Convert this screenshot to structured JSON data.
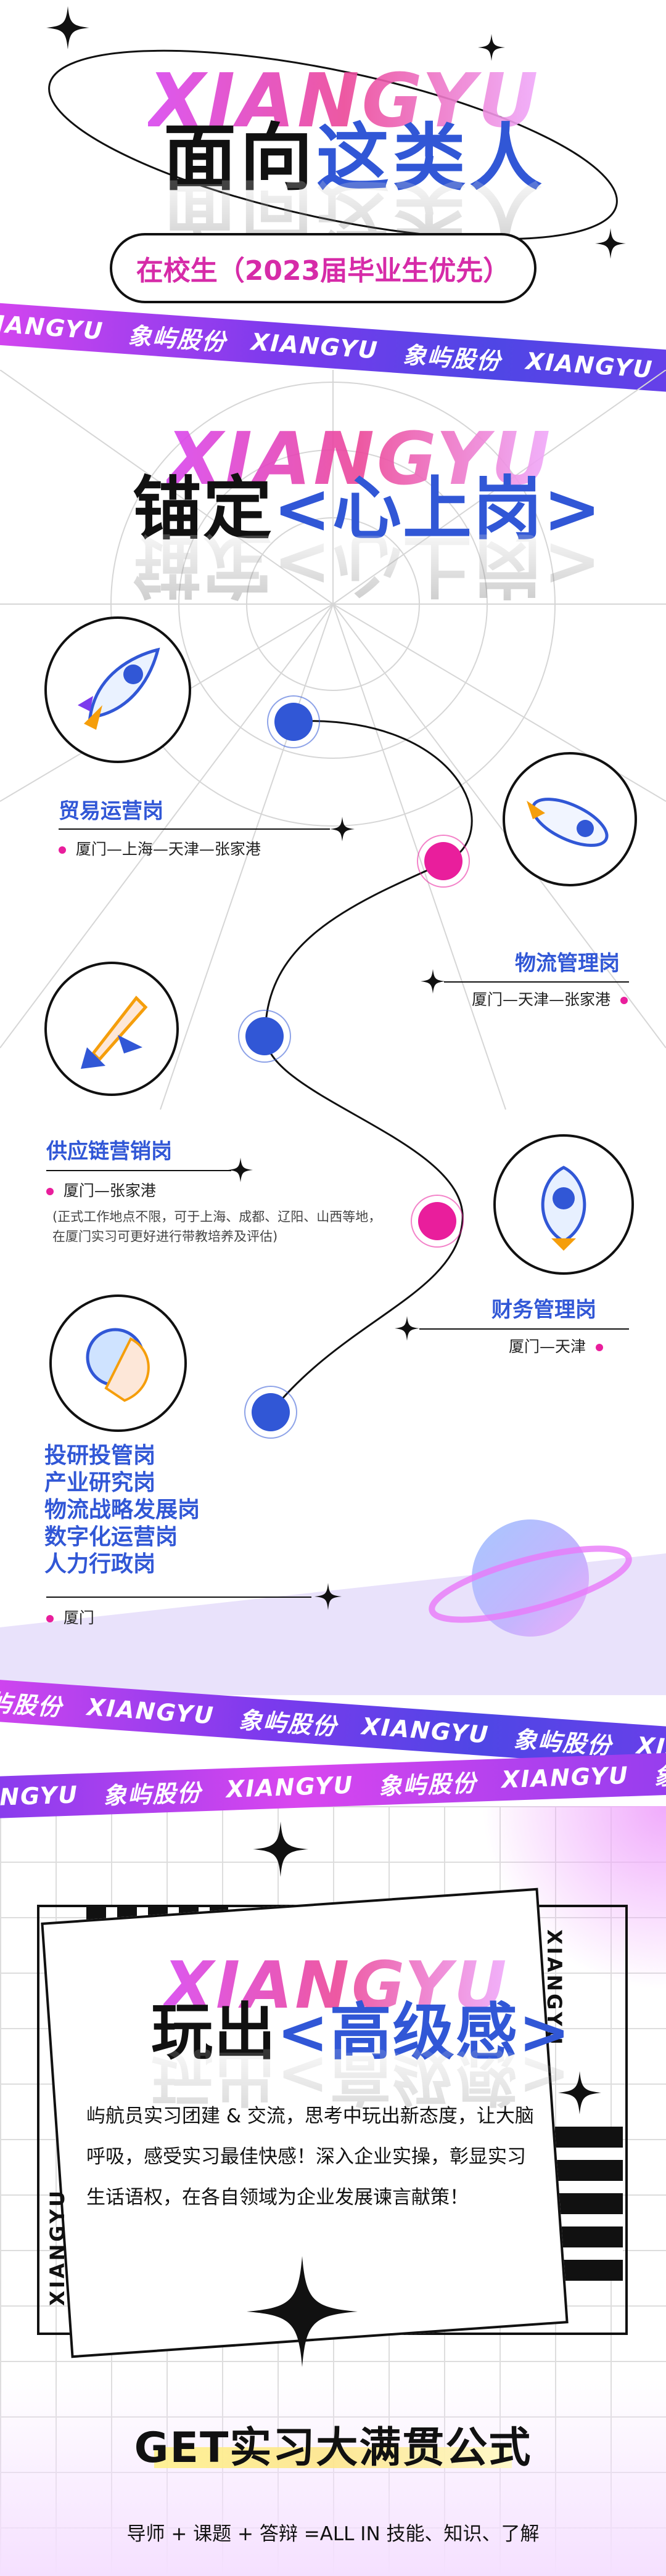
{
  "hero": {
    "ghost_en": "XIANGYU",
    "title_part1": "面向",
    "title_part2": "这类人",
    "pill": "在校生（2023届毕业生优先）"
  },
  "ribbon": {
    "items": [
      "象屿股份",
      "XIANGYU",
      "象屿股份",
      "XIANGYU",
      "象屿股份",
      "XIANGYU"
    ]
  },
  "anchor": {
    "ghost_en": "XIANGYU",
    "title_part1": "锚定",
    "title_part2": "<心上岗>",
    "stages": [
      {
        "title": "贸易运营岗",
        "loc": "厦门—上海—天津—张家港"
      },
      {
        "title": "物流管理岗",
        "loc": "厦门—天津—张家港"
      },
      {
        "title": "供应链营销岗",
        "loc": "厦门—张家港",
        "note1": "(正式工作地点不限，可于上海、成都、辽阳、山西等地，",
        "note2": "在厦门实习可更好进行带教培养及评估)"
      },
      {
        "title": "财务管理岗",
        "loc": "厦门—天津"
      }
    ],
    "list": [
      "投研投管岗",
      "产业研究岗",
      "物流战略发展岗",
      "数字化运营岗",
      "人力行政岗"
    ],
    "list_loc": "厦门"
  },
  "fun": {
    "ghost_en": "XIANGYU",
    "title_part1": "玩出",
    "title_part2": "<高级感>",
    "vertical_left": "XIANGYU",
    "vertical_right": "XIANGYU",
    "paragraph": "屿航员实习团建 & 交流，思考中玩出新态度，让大脑呼吸，感受实习最佳快感！深入企业实操，彰显实习生话语权，在各自领域为企业发展谏言献策！",
    "formula_title": "GET实习大满贯公式",
    "formula_line": "导师 + 课题 + 答辩 =ALL IN 技能、知识、了解"
  },
  "colors": {
    "blue": "#3157d6",
    "pink": "#e91e9c",
    "magenta": "#d946ef",
    "purple": "#7c3aed"
  }
}
